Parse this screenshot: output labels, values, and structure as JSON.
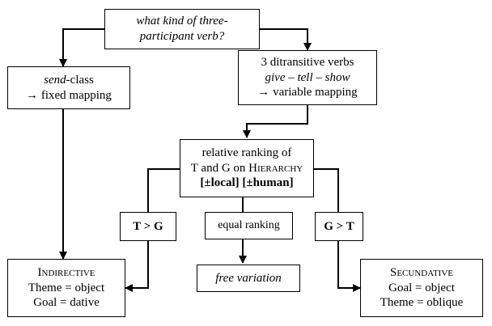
{
  "nodes": {
    "question": {
      "line1": "what kind of three-",
      "line2": "participant verb?"
    },
    "send_class": {
      "line1_italic": "send",
      "line1_rest": "-class",
      "line2": "→ fixed mapping"
    },
    "ditransitive": {
      "line1": "3 ditransitive verbs",
      "line2": "give – tell – show",
      "line3": "→ variable mapping"
    },
    "ranking": {
      "line1": "relative ranking of",
      "line2_prefix": "T and G on ",
      "line2_hier": "Hierarchy",
      "line3": "[±local] [±human]"
    },
    "t_gt_g": {
      "label": "T > G"
    },
    "equal": {
      "label": "equal ranking"
    },
    "g_gt_t": {
      "label": "G > T"
    },
    "indirective": {
      "title": "Indirective",
      "line2": "Theme = object",
      "line3": "Goal = dative"
    },
    "free": {
      "label": "free variation"
    },
    "secundative": {
      "title": "Secundative",
      "line2": "Goal = object",
      "line3": "Theme = oblique"
    }
  }
}
